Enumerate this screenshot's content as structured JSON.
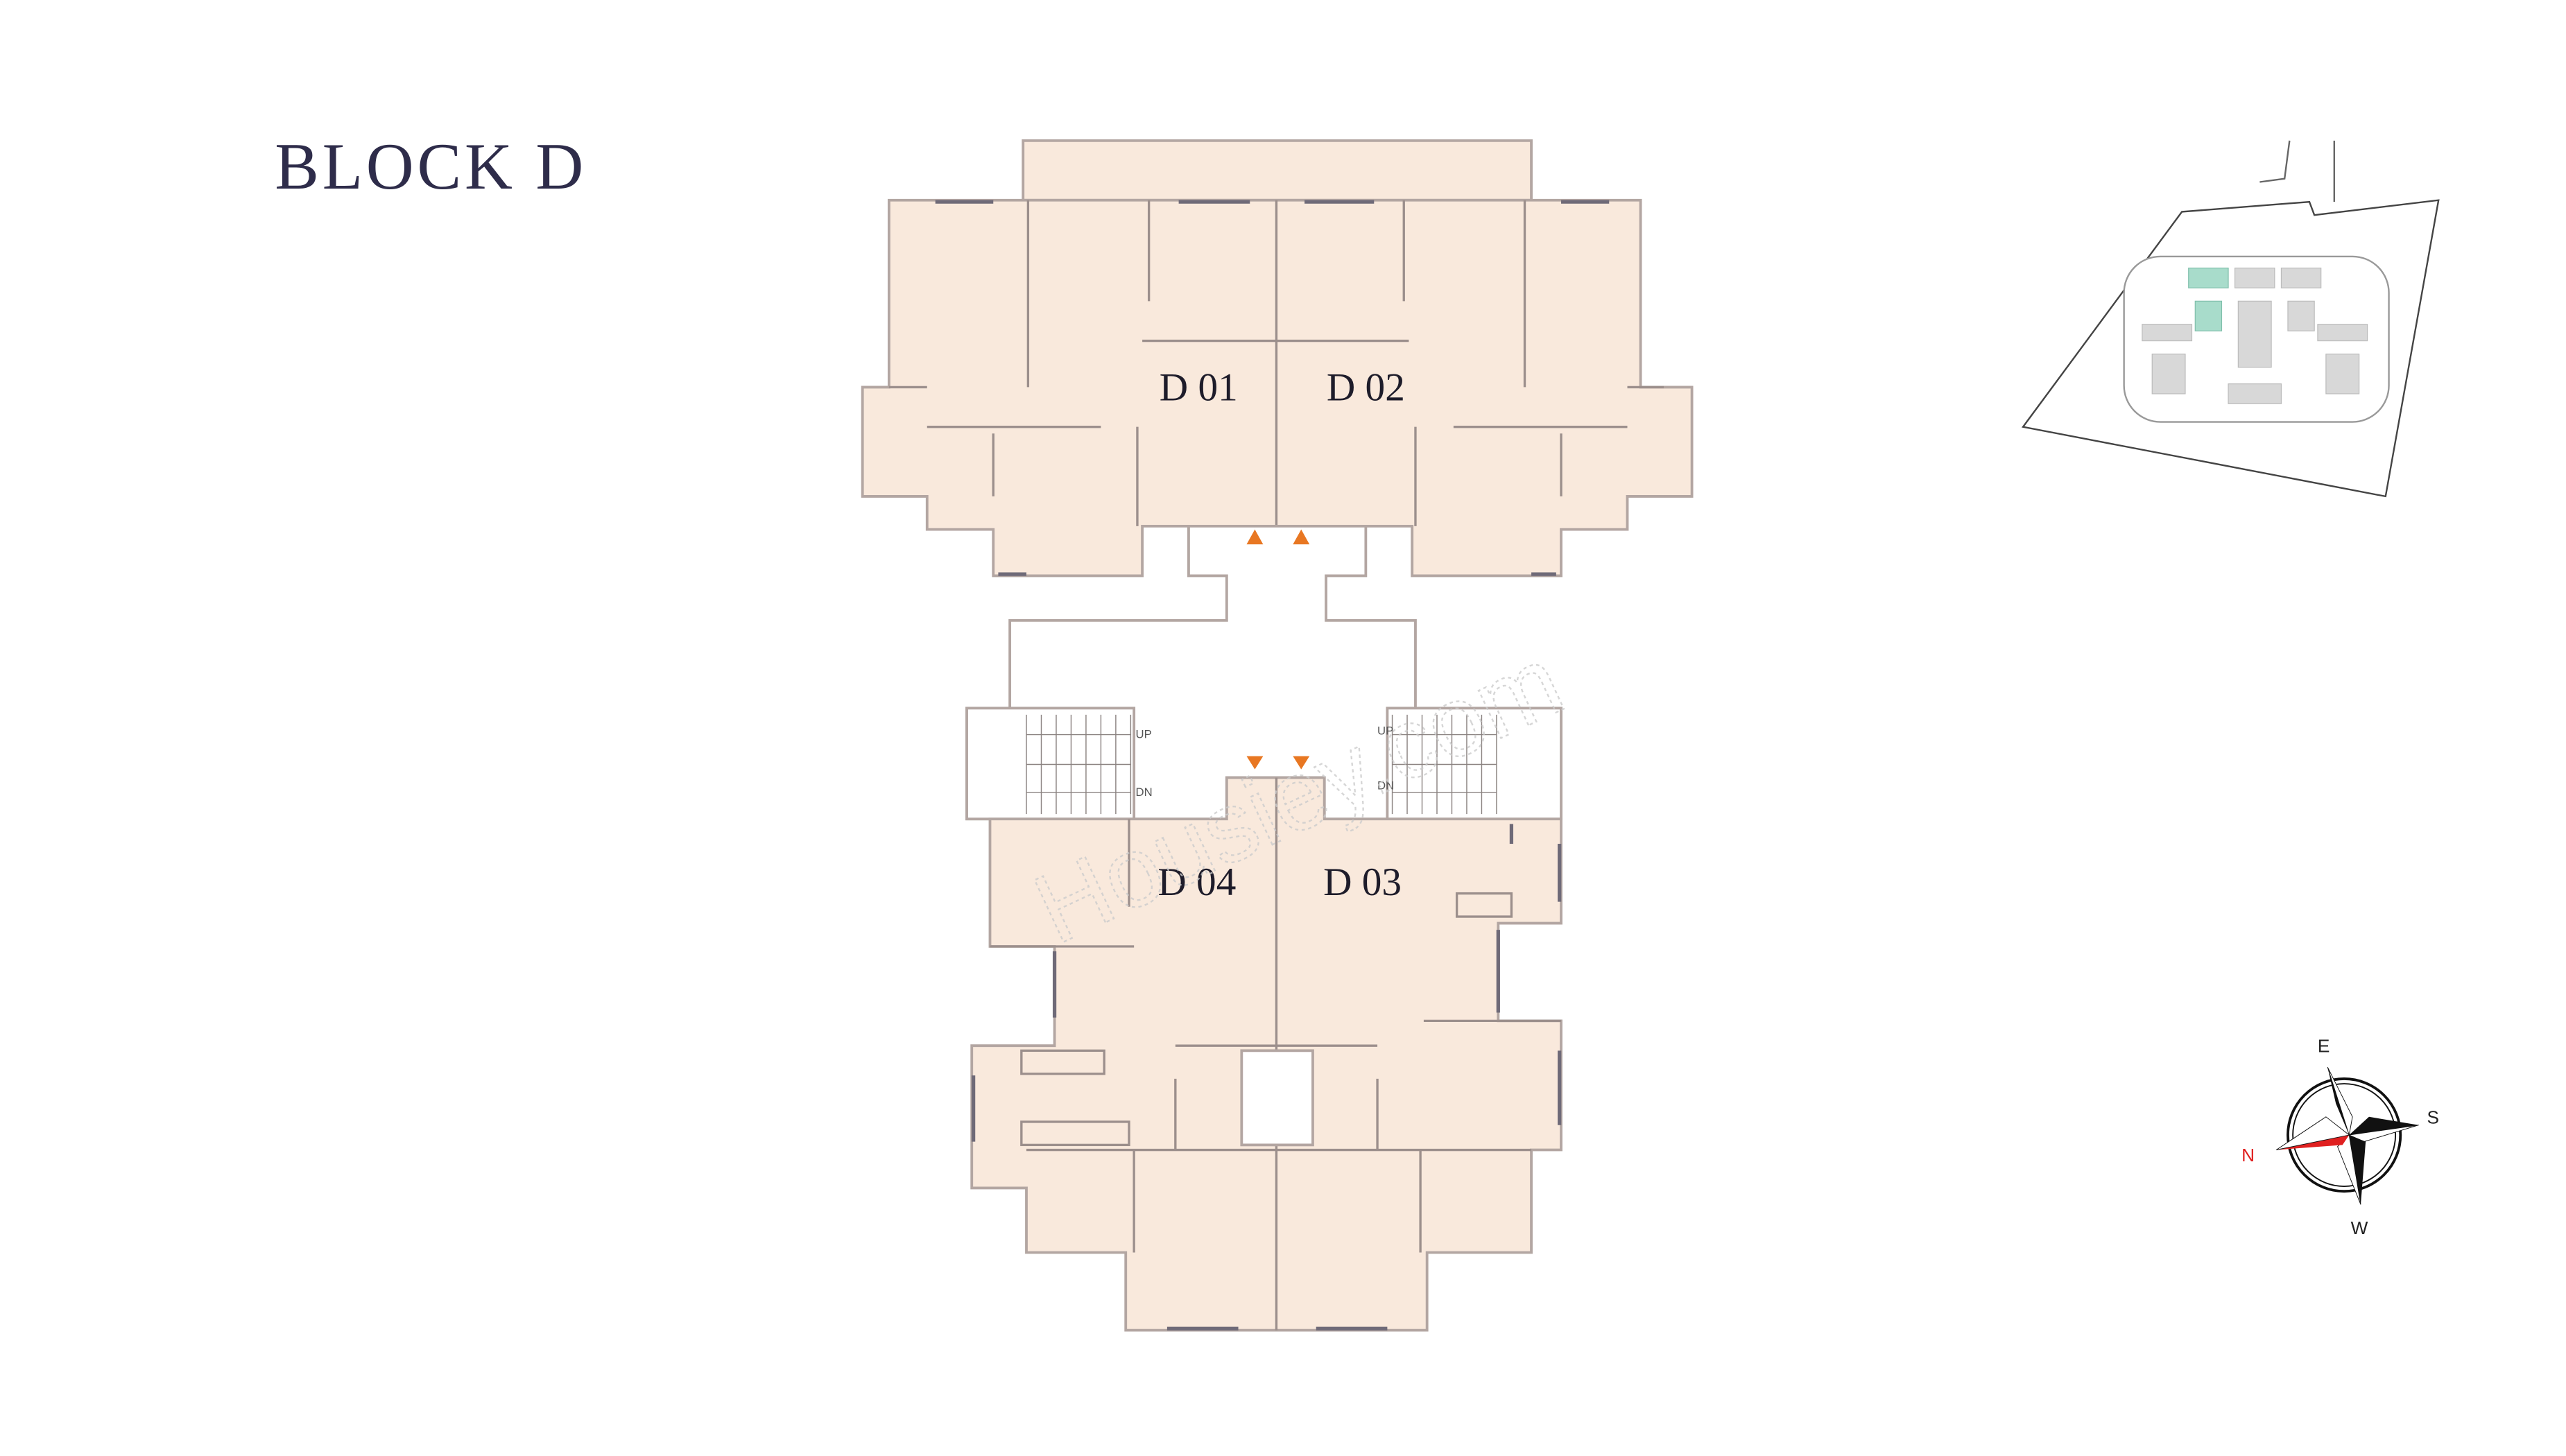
{
  "title": "BLOCK  D",
  "units": [
    {
      "label": "D 01"
    },
    {
      "label": "D 02"
    },
    {
      "label": "D 04"
    },
    {
      "label": "D 03"
    }
  ],
  "stairs": {
    "up": "UP",
    "down": "DN"
  },
  "compass": {
    "north": "N",
    "east": "E",
    "south": "S",
    "west": "W",
    "north_color": "#e02020"
  },
  "watermark": "Housiey.com",
  "colors": {
    "unit_fill": "#f9e9dc",
    "entry_marker": "#e87722",
    "keymap_highlight": "#a8dccb"
  }
}
